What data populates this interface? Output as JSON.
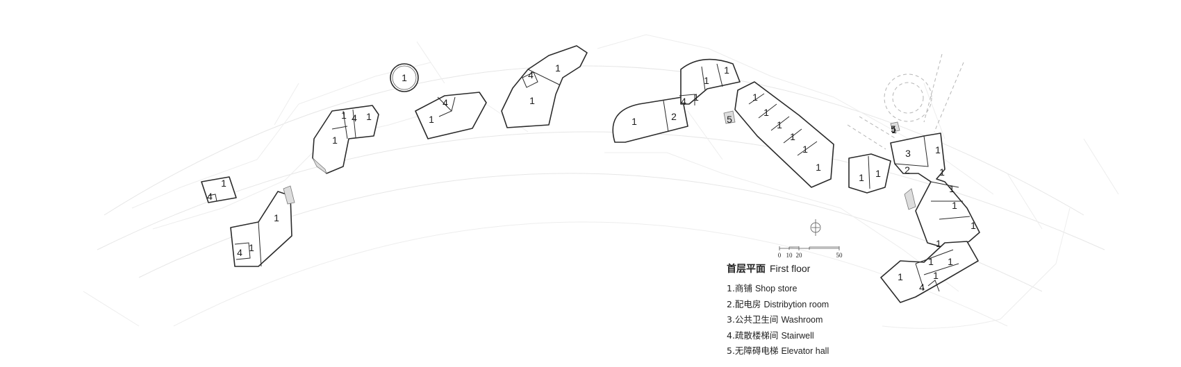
{
  "plan": {
    "title_cn": "首层平面",
    "title_en": "First floor",
    "scale_labels": [
      "0",
      "10",
      "20",
      "50"
    ],
    "legend": [
      {
        "cn": "1.商铺",
        "en": "Shop store"
      },
      {
        "cn": "2.配电房",
        "en": "Distribytion room"
      },
      {
        "cn": "3.公共卫生间",
        "en": "Washroom"
      },
      {
        "cn": "4.疏散楼梯间",
        "en": "Stairwell"
      },
      {
        "cn": "5.无障碍电梯",
        "en": "Elevator hall"
      }
    ],
    "rooms": [
      "1",
      "4",
      "1",
      "4",
      "1",
      "1",
      "4",
      "1",
      "1",
      "4",
      "1",
      "1",
      "4",
      "1",
      "1",
      "1",
      "2",
      "4",
      "1",
      "1",
      "1",
      "5",
      "1",
      "1",
      "1",
      "1",
      "1",
      "1",
      "1",
      "1",
      "1",
      "5",
      "3",
      "1",
      "2",
      "1",
      "1",
      "1",
      "1",
      "1",
      "1",
      "1",
      "1",
      "1",
      "4"
    ]
  },
  "colors": {
    "line": "#2a2a2a",
    "context": "#e6e6e6"
  }
}
